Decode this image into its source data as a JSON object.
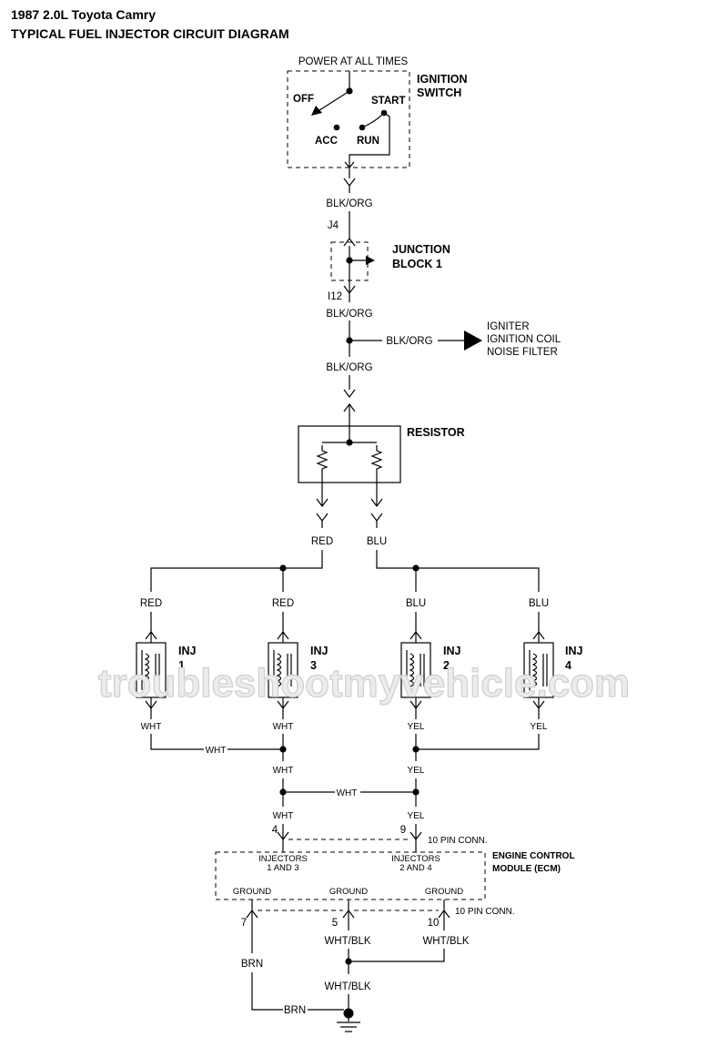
{
  "header": {
    "line1": "1987 2.0L Toyota Camry",
    "line2": "TYPICAL FUEL INJECTOR CIRCUIT DIAGRAM"
  },
  "ignition": {
    "power_label": "POWER AT ALL TIMES",
    "title_1": "IGNITION",
    "title_2": "SWITCH",
    "off": "OFF",
    "start": "START",
    "acc": "ACC",
    "run": "RUN"
  },
  "wires": {
    "blk_org_1": "BLK/ORG",
    "blk_org_2": "BLK/ORG",
    "blk_org_branch": "BLK/ORG",
    "blk_org_3": "BLK/ORG",
    "red": "RED",
    "blu": "BLU",
    "red_1": "RED",
    "red_3": "RED",
    "blu_2": "BLU",
    "blu_4": "BLU",
    "wht_1": "WHT",
    "wht_3": "WHT",
    "yel_2": "YEL",
    "yel_4": "YEL",
    "wht_h1": "WHT",
    "wht_v1": "WHT",
    "yel_v1": "YEL",
    "wht_h2": "WHT",
    "wht_v2": "WHT",
    "yel_v2": "YEL",
    "wht_blk_5": "WHT/BLK",
    "wht_blk_10": "WHT/BLK",
    "wht_blk_gnd": "WHT/BLK",
    "brn_v": "BRN",
    "brn_h": "BRN"
  },
  "connectors": {
    "j4": "J4",
    "i12": "I12",
    "pin4": "4",
    "pin9": "9",
    "conn_top": "10 PIN CONN.",
    "pin7": "7",
    "pin5": "5",
    "pin10": "10",
    "conn_bottom": "10 PIN CONN."
  },
  "junction": {
    "title_1": "JUNCTION",
    "title_2": "BLOCK 1"
  },
  "loads": {
    "line1": "IGNITER",
    "line2": "IGNITION COIL",
    "line3": "NOISE FILTER"
  },
  "resistor": {
    "title": "RESISTOR"
  },
  "injectors": [
    {
      "name": "INJ",
      "number": "1"
    },
    {
      "name": "INJ",
      "number": "3"
    },
    {
      "name": "INJ",
      "number": "2"
    },
    {
      "name": "INJ",
      "number": "4"
    }
  ],
  "ecm": {
    "title_1": "ENGINE CONTROL",
    "title_2": "MODULE (ECM)",
    "inj13_1": "INJECTORS",
    "inj13_2": "1 AND 3",
    "inj24_1": "INJECTORS",
    "inj24_2": "2 AND 4",
    "ground_1": "GROUND",
    "ground_2": "GROUND",
    "ground_3": "GROUND"
  },
  "watermark": "troubleshootmyvehicle.com"
}
